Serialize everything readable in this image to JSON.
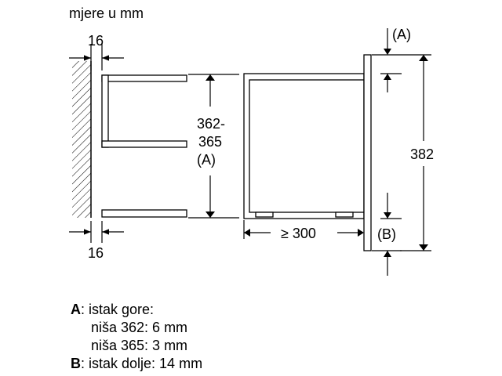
{
  "units_label": "mjere u mm",
  "dimensions": {
    "side_gap_top": "16",
    "side_gap_bottom": "16",
    "niche_height_line1": "362-",
    "niche_height_line2": "365",
    "niche_height_ref": "(A)",
    "depth": "≥ 300",
    "overall_height": "382",
    "marker_top": "(A)",
    "marker_bottom": "(B)"
  },
  "legend": {
    "a_key": "A",
    "a_text": ": istak gore:",
    "a_line2": "niša 362: 6 mm",
    "a_line3": "niša 365: 3 mm",
    "b_key": "B",
    "b_text": ": istak dolje: 14 mm"
  }
}
